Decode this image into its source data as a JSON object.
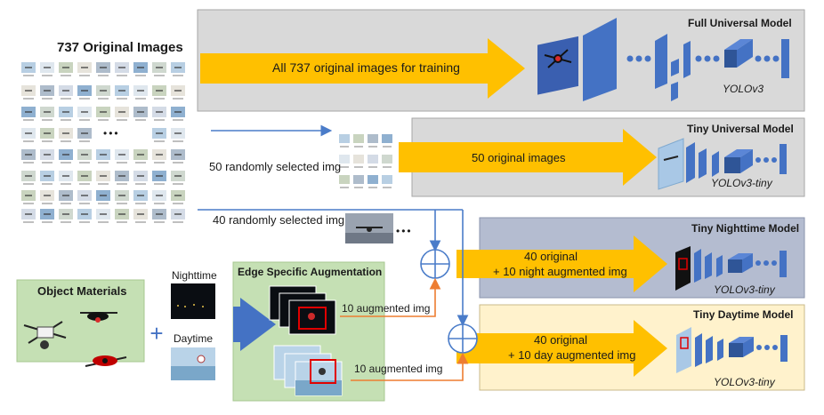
{
  "dataset": {
    "title": "737 Original Images",
    "ellipsis": "•••"
  },
  "panels": {
    "full": {
      "title": "Full Universal Model",
      "arrow_label": "All 737 original images for training",
      "model": "YOLOv3"
    },
    "tiny": {
      "title": "Tiny Universal Model",
      "arrow_label": "50 original images",
      "model": "YOLOv3-tiny",
      "input_label": "50 randomly selected img"
    },
    "night": {
      "title": "Tiny Nighttime Model",
      "arrow_label_1": "40 original",
      "arrow_label_2": "+ 10 night augmented img",
      "model": "YOLOv3-tiny"
    },
    "day": {
      "title": "Tiny Daytime Model",
      "arrow_label_1": "40 original",
      "arrow_label_2": "+ 10 day augmented img",
      "model": "YOLOv3-tiny"
    }
  },
  "selection": {
    "label_40": "40 randomly selected img",
    "ellipsis": "•••"
  },
  "materials": {
    "title": "Object Materials",
    "plus": "+",
    "night_label": "Nighttime",
    "day_label": "Daytime"
  },
  "augmentation": {
    "title": "Edge Specific Augmentation",
    "night_out": "10 augmented img",
    "day_out": "10 augmented img"
  },
  "colors": {
    "gray_panel": "#d9d9d9",
    "lavender_panel": "#b4bcd0",
    "cream_panel": "#fff2cc",
    "green_panel": "#c5e0b4",
    "arrow_gold": "#ffc000",
    "layer_blue": "#4472c4",
    "line_blue": "#4a7cc9",
    "orange_line": "#ed7d31"
  }
}
